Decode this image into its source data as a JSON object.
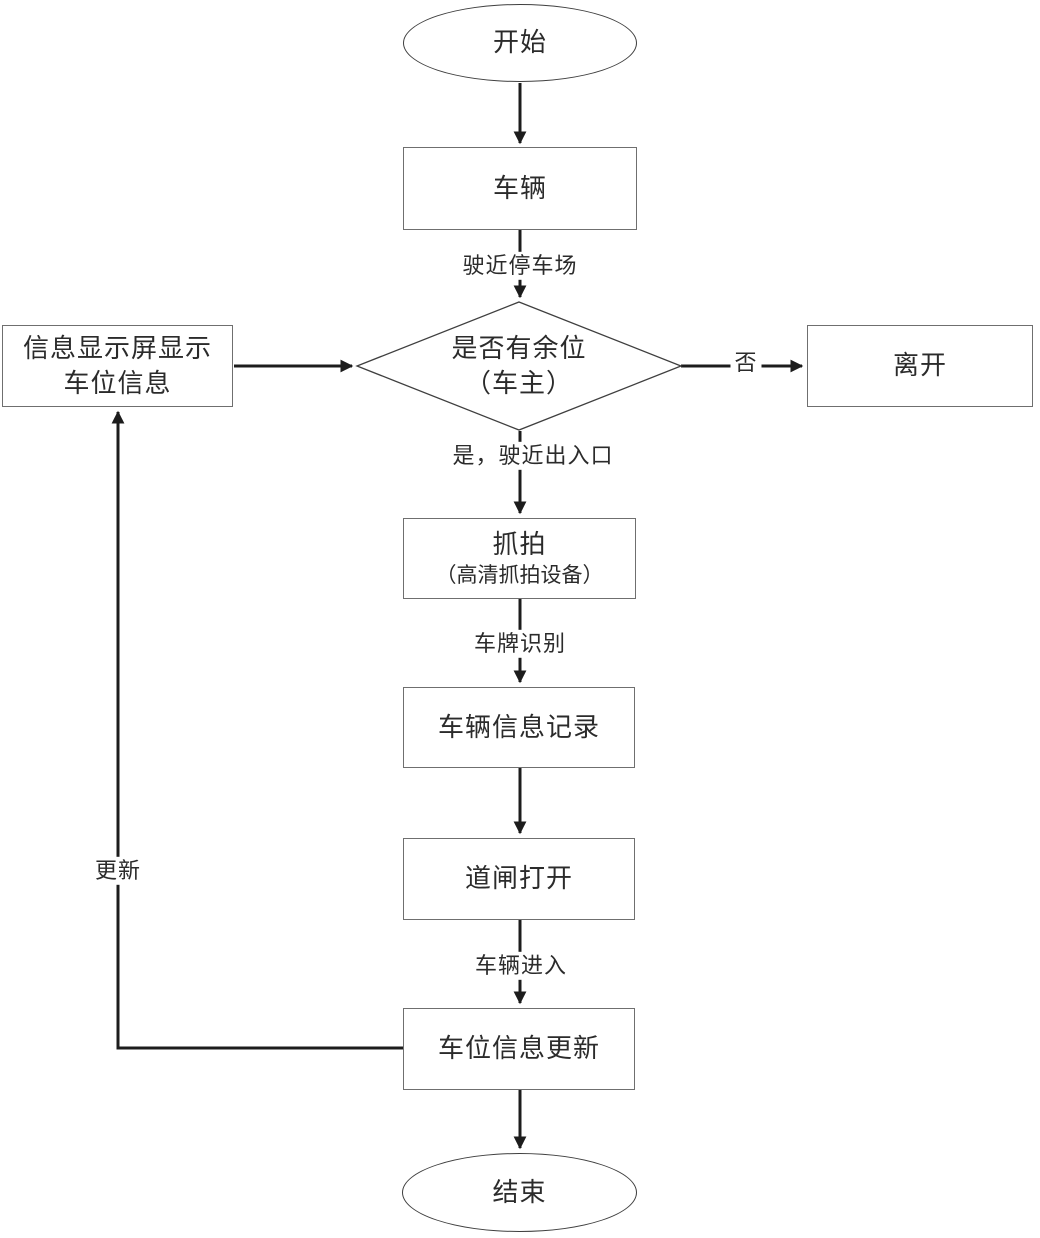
{
  "diagram": {
    "nodes": {
      "start": {
        "label": "开始"
      },
      "vehicle": {
        "label": "车辆"
      },
      "decision": {
        "line1": "是否有余位",
        "line2": "（车主）"
      },
      "display": {
        "line1": "信息显示屏显示",
        "line2": "车位信息"
      },
      "leave": {
        "label": "离开"
      },
      "capture": {
        "line1": "抓拍",
        "line2": "（高清抓拍设备）"
      },
      "record": {
        "label": "车辆信息记录"
      },
      "barrier": {
        "label": "道闸打开"
      },
      "update": {
        "label": "车位信息更新"
      },
      "end": {
        "label": "结束"
      }
    },
    "edge_labels": {
      "approach_lot": "驶近停车场",
      "no": "否",
      "yes_entrance": "是，驶近出入口",
      "plate_recognition": "车牌识别",
      "vehicle_enter": "车辆进入",
      "update": "更新"
    },
    "colors": {
      "flow_line": "#1c1c1c",
      "shape_border": "#6f6f6f",
      "ellipse_border": "#3f3f3f",
      "text": "#2b2b2b",
      "background": "#ffffff"
    }
  }
}
